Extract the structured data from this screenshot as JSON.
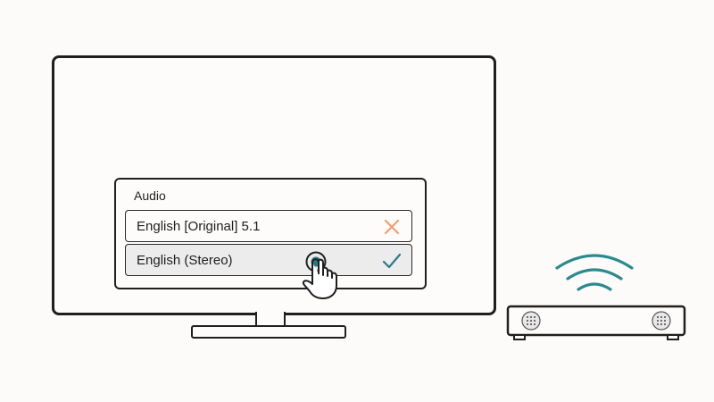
{
  "dialog": {
    "title": "Audio",
    "options": [
      {
        "label": "English [Original] 5.1",
        "state_icon": "x-icon",
        "selected": false
      },
      {
        "label": "English (Stereo)",
        "state_icon": "check-icon",
        "selected": true
      }
    ]
  },
  "colors": {
    "outline": "#1f1f1f",
    "cancel_x": "#f0a070",
    "check": "#2a7a86",
    "signal": "#2a8a8e",
    "selected_row_bg": "#ececec",
    "background": "#fcfbf9"
  },
  "icons": {
    "pointer": "pointing-hand-icon",
    "signal": "wireless-signal-icon",
    "device": "speaker-box-icon"
  }
}
